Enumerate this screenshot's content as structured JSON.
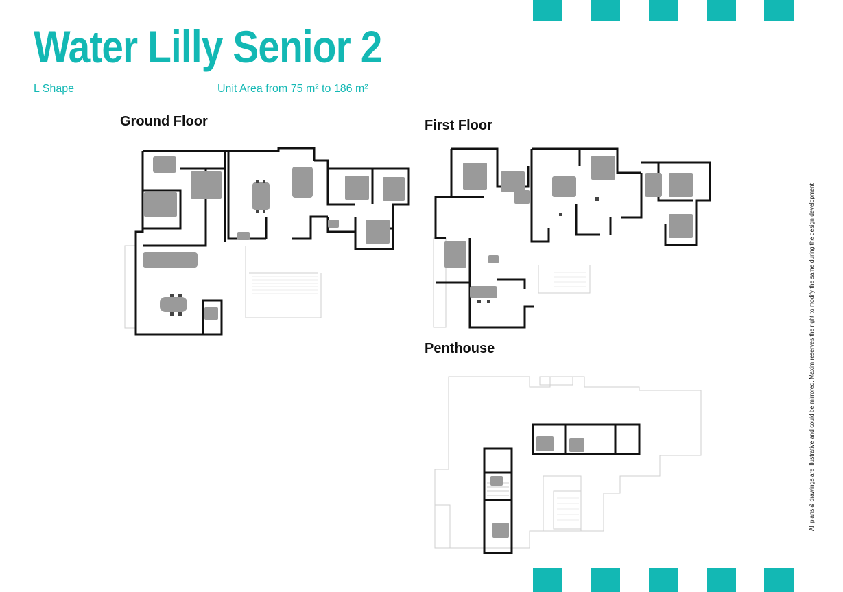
{
  "header": {
    "title": "Water Lilly Senior 2",
    "shape": "L Shape",
    "area": "Unit Area from 75 m² to 186 m²"
  },
  "floors": {
    "ground": "Ground Floor",
    "first": "First Floor",
    "penthouse": "Penthouse"
  },
  "disclaimer": "All plans & drawings are illustrative and could be mirrored. Maxim reserves the right to modify the same during the design development",
  "colors": {
    "accent": "#13b8b4"
  }
}
